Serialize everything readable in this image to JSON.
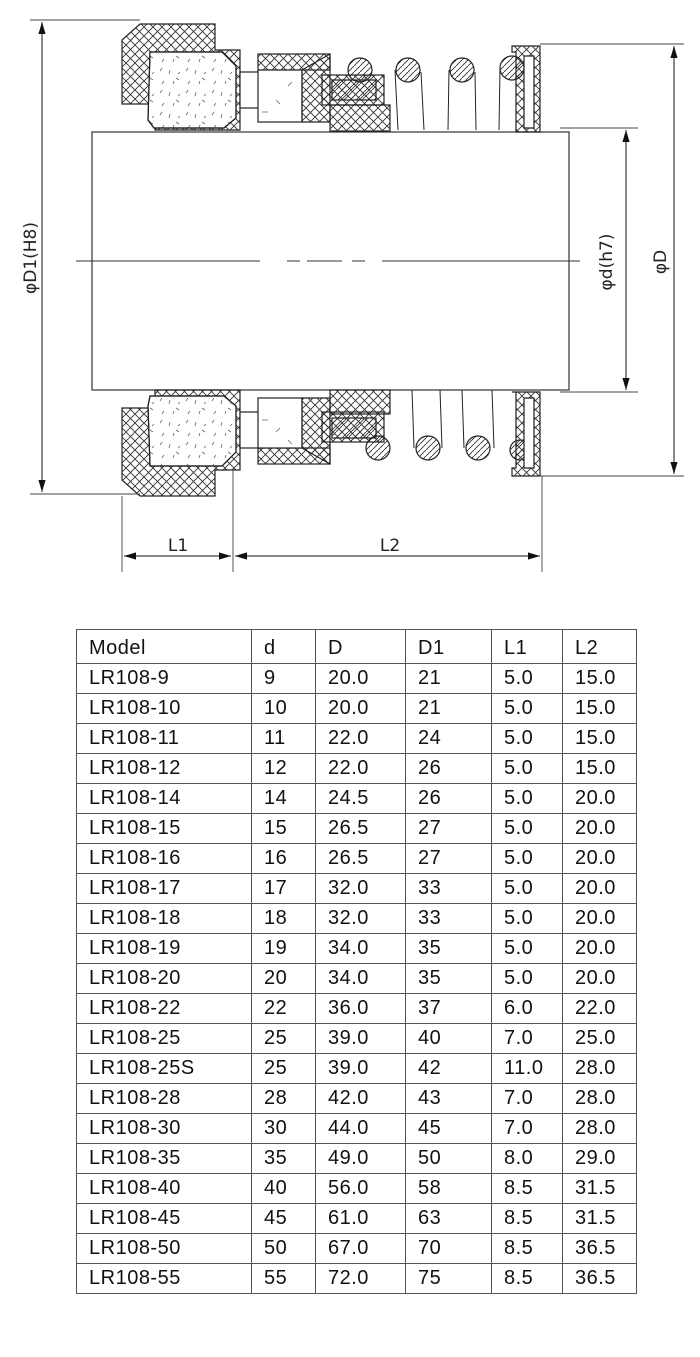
{
  "drawing": {
    "labels": {
      "d1": "φD1(H8)",
      "d": "φd(h7)",
      "D": "φD",
      "l1": "L1",
      "l2": "L2"
    }
  },
  "table": {
    "columns": [
      "Model",
      "d",
      "D",
      "D1",
      "L1",
      "L2"
    ],
    "rows": [
      [
        "LR108-9",
        "9",
        "20.0",
        "21",
        "5.0",
        "15.0"
      ],
      [
        "LR108-10",
        "10",
        "20.0",
        "21",
        "5.0",
        "15.0"
      ],
      [
        "LR108-11",
        "11",
        "22.0",
        "24",
        "5.0",
        "15.0"
      ],
      [
        "LR108-12",
        "12",
        "22.0",
        "26",
        "5.0",
        "15.0"
      ],
      [
        "LR108-14",
        "14",
        "24.5",
        "26",
        "5.0",
        "20.0"
      ],
      [
        "LR108-15",
        "15",
        "26.5",
        "27",
        "5.0",
        "20.0"
      ],
      [
        "LR108-16",
        "16",
        "26.5",
        "27",
        "5.0",
        "20.0"
      ],
      [
        "LR108-17",
        "17",
        "32.0",
        "33",
        "5.0",
        "20.0"
      ],
      [
        "LR108-18",
        "18",
        "32.0",
        "33",
        "5.0",
        "20.0"
      ],
      [
        "LR108-19",
        "19",
        "34.0",
        "35",
        "5.0",
        "20.0"
      ],
      [
        "LR108-20",
        "20",
        "34.0",
        "35",
        "5.0",
        "20.0"
      ],
      [
        "LR108-22",
        "22",
        "36.0",
        "37",
        "6.0",
        "22.0"
      ],
      [
        "LR108-25",
        "25",
        "39.0",
        "40",
        "7.0",
        "25.0"
      ],
      [
        "LR108-25S",
        "25",
        "39.0",
        "42",
        "11.0",
        "28.0"
      ],
      [
        "LR108-28",
        "28",
        "42.0",
        "43",
        "7.0",
        "28.0"
      ],
      [
        "LR108-30",
        "30",
        "44.0",
        "45",
        "7.0",
        "28.0"
      ],
      [
        "LR108-35",
        "35",
        "49.0",
        "50",
        "8.0",
        "29.0"
      ],
      [
        "LR108-40",
        "40",
        "56.0",
        "58",
        "8.5",
        "31.5"
      ],
      [
        "LR108-45",
        "45",
        "61.0",
        "63",
        "8.5",
        "31.5"
      ],
      [
        "LR108-50",
        "50",
        "67.0",
        "70",
        "8.5",
        "36.5"
      ],
      [
        "LR108-55",
        "55",
        "72.0",
        "75",
        "8.5",
        "36.5"
      ]
    ]
  }
}
